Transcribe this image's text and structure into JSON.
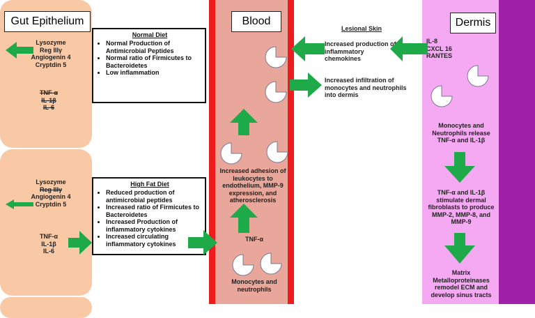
{
  "colors": {
    "gut": "#f9c8a4",
    "blood_fill": "#e8a79a",
    "blood_border": "#ee1c1c",
    "dermis": "#f5a9f3",
    "dermis_strip": "#a020a8",
    "arrow": "#1faa4a"
  },
  "icons": {
    "arrow": "green-block-arrow",
    "cell": "pacman-cell-icon"
  },
  "gut": {
    "title": "Gut Epithelium",
    "top": {
      "peptides": [
        "Lysozyme",
        "Reg IIIγ",
        "Angiogenin 4",
        "Cryptdin 5"
      ],
      "cytokines": [
        "TNF-α",
        "IL-1β",
        "IL-6"
      ]
    },
    "bottom": {
      "peptides": [
        "Lysozyme",
        "Reg IIIγ",
        "Angiogenin 4",
        "Cryptdin 5"
      ],
      "cytokines": [
        "TNF-α",
        "IL-1β",
        "IL-6"
      ]
    }
  },
  "normal_diet": {
    "title": "Normal Diet",
    "items": [
      "Normal Production of Antimicrobial Peptides",
      "Normal ratio of Firmicutes to Bacteroidetes",
      "Low inflammation"
    ]
  },
  "high_fat_diet": {
    "title": "High Fat Diet",
    "items": [
      "Reduced production of antimicrobial peptides",
      "Increased ratio of Firmicutes to Bacteroidetes",
      "Increased Production of inflammatory cytokines",
      "Increased circulating inflammatory cytokines"
    ]
  },
  "blood": {
    "title": "Blood",
    "adhesion": "Increased adhesion of leukocytes to endothelium, MMP-9 expression, and atherosclerosis",
    "tnf": "TNF-α",
    "cells": "Monocytes and neutrophils"
  },
  "lesional": {
    "title": "Lesional Skin",
    "chemokines": "Increased production of inflammatory chemokines",
    "infiltration": "Increased infiltration of monocytes and neutrophils into dermis"
  },
  "dermis": {
    "title": "Dermis",
    "chemokines": [
      "IL-8",
      "CXCL 16",
      "RANTES"
    ],
    "release": "Monocytes and Neutrophils release TNF-α and IL-1β",
    "stimulate": "TNF-α and IL-1β stimulate dermal fibroblasts to produce MMP-2, MMP-8, and MMP-9",
    "remodel": "Matrix Metalloproteinases remodel ECM and develop sinus tracts"
  }
}
